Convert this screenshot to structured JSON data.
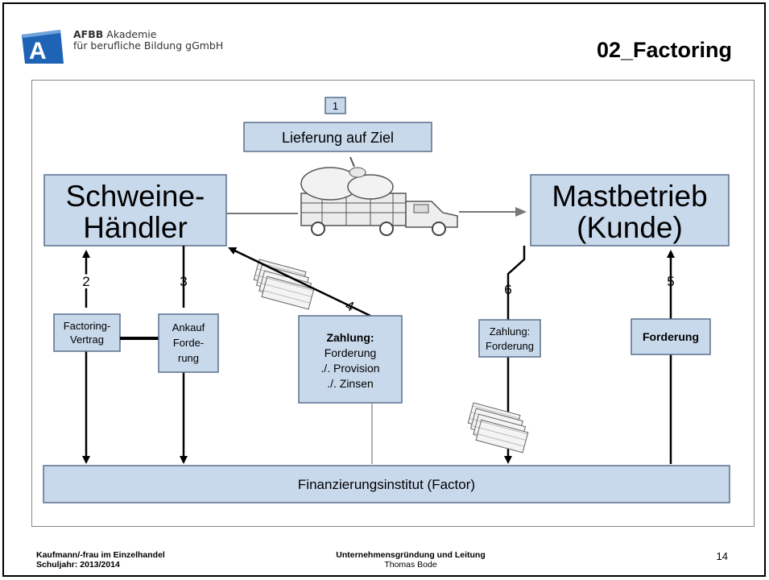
{
  "header": {
    "org_line1_bold": "AFBB",
    "org_line1_rest": "Akademie",
    "org_line2": "für berufliche Bildung gGmbH",
    "title": "02_Factoring"
  },
  "diagram": {
    "step1_badge": "1",
    "delivery_label": "Lieferung auf Ziel",
    "seller_line1": "Schweine-",
    "seller_line2": "Händler",
    "customer_line1": "Mastbetrieb",
    "customer_line2": "(Kunde)",
    "num_2": "2",
    "num_3": "3",
    "num_4": "4",
    "num_5": "5",
    "num_6": "6",
    "contract_line1": "Factoring-",
    "contract_line2": "Vertrag",
    "purchase_line1": "Ankauf",
    "purchase_line2": "Forde-",
    "purchase_line3": "rung",
    "payment_title": "Zahlung:",
    "payment_line1": "Forderung",
    "payment_line2": "./. Provision",
    "payment_line3": "./. Zinsen",
    "cust_payment_line1": "Zahlung:",
    "cust_payment_line2": "Forderung",
    "claim_label": "Forderung",
    "factor_label": "Finanzierungsinstitut (Factor)",
    "colors": {
      "box_fill": "#c9d9ec",
      "box_stroke": "#5a6f8c"
    }
  },
  "footer": {
    "left_line1": "Kaufmann/-frau im Einzelhandel",
    "left_line2": "Schuljahr: 2013/2014",
    "mid_line1": "Unternehmensgründung und Leitung",
    "mid_line2": "Thomas Bode",
    "page_number": "14"
  }
}
